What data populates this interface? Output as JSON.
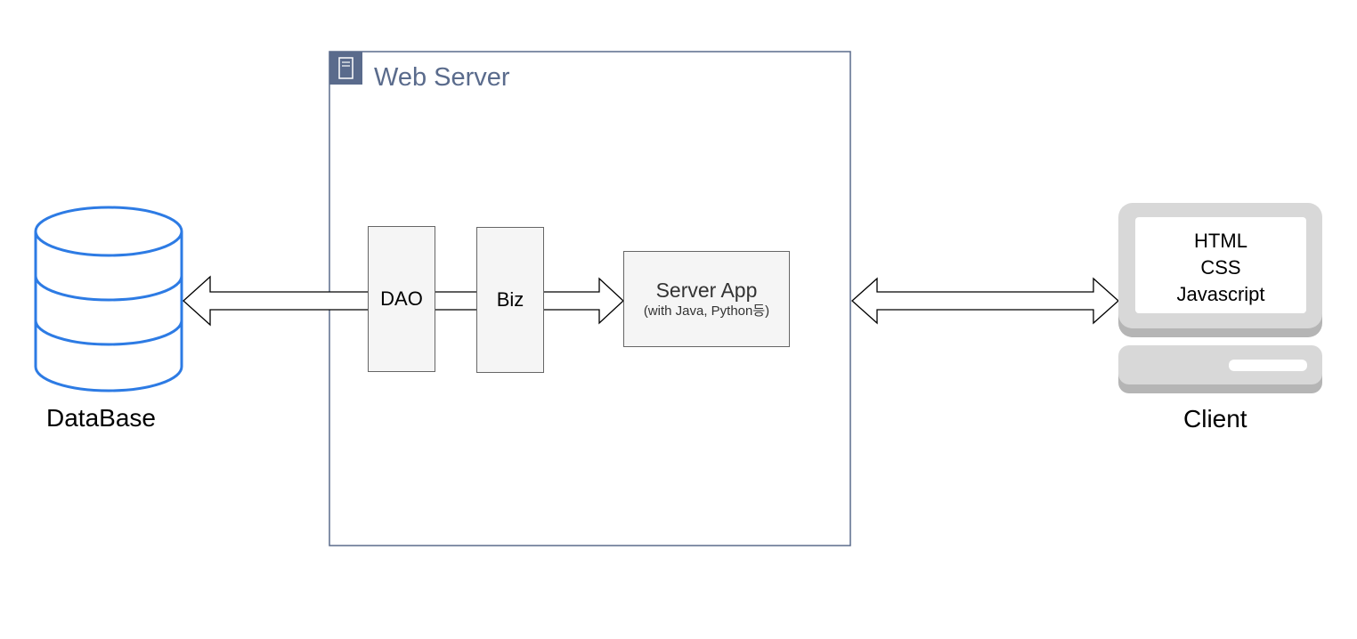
{
  "web_server": {
    "title": "Web Server",
    "icon": "server-icon",
    "border_color": "#5a6b8c",
    "title_color": "#5a6b8c"
  },
  "components": {
    "dao": {
      "label": "DAO"
    },
    "biz": {
      "label": "Biz"
    },
    "server_app": {
      "label": "Server App",
      "sublabel": "(with Java, Python등)"
    }
  },
  "database": {
    "label": "DataBase",
    "icon": "database-icon",
    "color": "#2d7be4"
  },
  "client": {
    "label": "Client",
    "icon": "computer-icon",
    "screen_lines": [
      "HTML",
      "CSS",
      "Javascript"
    ]
  }
}
